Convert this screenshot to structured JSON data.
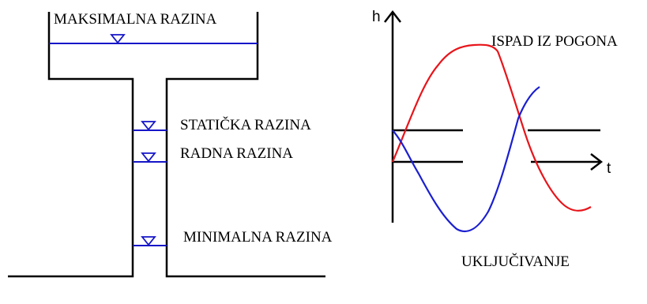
{
  "labels": {
    "max_level": "MAKSIMALNA RAZINA",
    "static_level": "STATIČKA RAZINA",
    "working_level": "RADNA RAZINA",
    "min_level": "MINIMALNA RAZINA",
    "load_rejection": "ISPAD IZ POGONA",
    "startup": "UKLJUČIVANJE"
  },
  "axes": {
    "y_label": "h",
    "x_label": "t"
  },
  "colors": {
    "outline": "#000000",
    "water_level": "#1515c8",
    "load_rejection_curve": "#e8141a",
    "startup_curve": "#1a1fd0"
  },
  "icons": {
    "level_marker": "inverted-triangle-icon",
    "axis_arrow": "arrowhead-icon"
  }
}
